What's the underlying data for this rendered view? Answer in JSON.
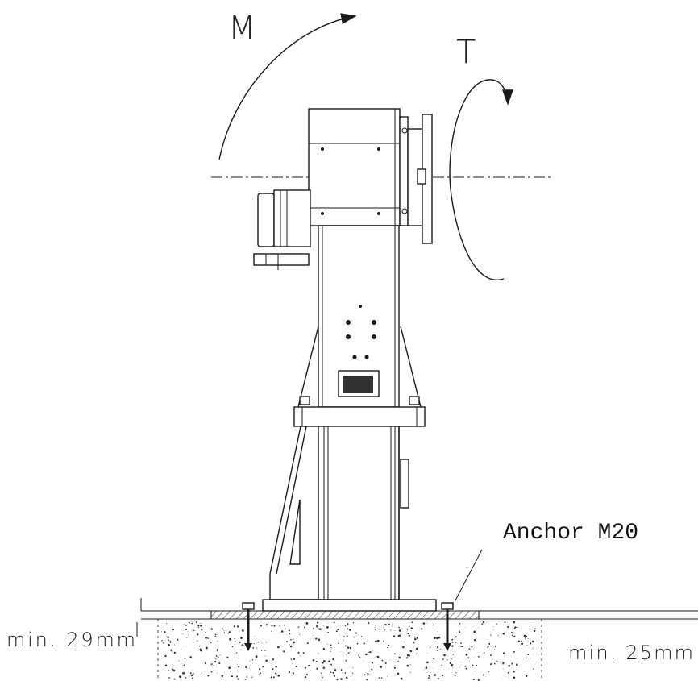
{
  "labels": {
    "moment": "M",
    "torque": "T",
    "anchor": "Anchor M20",
    "min_left": "min. 29mm",
    "min_right": "min. 25mm"
  },
  "colors": {
    "line": "#1a1a1a",
    "background": "#ffffff",
    "hatch": "#555555"
  }
}
